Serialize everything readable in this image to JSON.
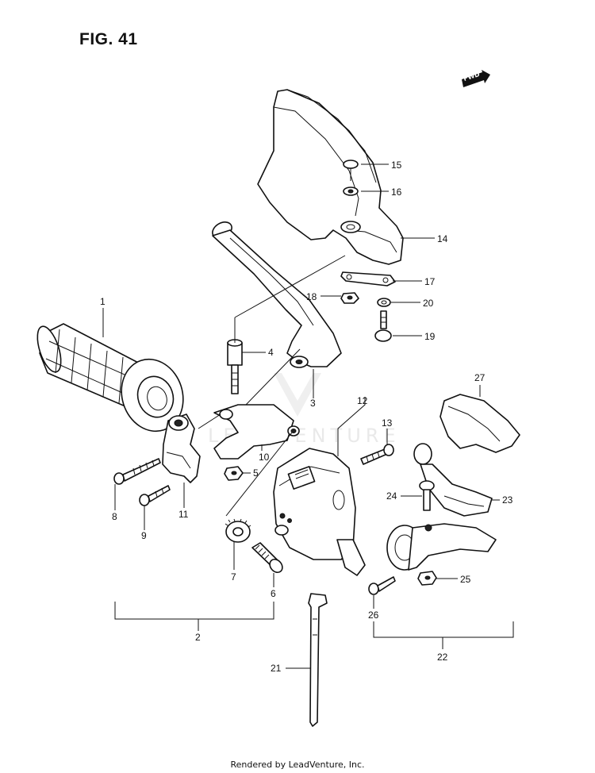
{
  "figure": {
    "title": "FIG. 41",
    "direction_badge": "FWD",
    "watermark": "LEADVENTURE",
    "credit": "Rendered by LeadVenture, Inc."
  },
  "callouts": [
    {
      "id": "1",
      "label": "1"
    },
    {
      "id": "2",
      "label": "2"
    },
    {
      "id": "3",
      "label": "3"
    },
    {
      "id": "4",
      "label": "4"
    },
    {
      "id": "5",
      "label": "5"
    },
    {
      "id": "6",
      "label": "6"
    },
    {
      "id": "7",
      "label": "7"
    },
    {
      "id": "8",
      "label": "8"
    },
    {
      "id": "9",
      "label": "9"
    },
    {
      "id": "10",
      "label": "10"
    },
    {
      "id": "11",
      "label": "11"
    },
    {
      "id": "12",
      "label": "12"
    },
    {
      "id": "13",
      "label": "13"
    },
    {
      "id": "14",
      "label": "14"
    },
    {
      "id": "15",
      "label": "15"
    },
    {
      "id": "16",
      "label": "16"
    },
    {
      "id": "17",
      "label": "17"
    },
    {
      "id": "18",
      "label": "18"
    },
    {
      "id": "19",
      "label": "19"
    },
    {
      "id": "20",
      "label": "20"
    },
    {
      "id": "21",
      "label": "21"
    },
    {
      "id": "22",
      "label": "22"
    },
    {
      "id": "23",
      "label": "23"
    },
    {
      "id": "24",
      "label": "24"
    },
    {
      "id": "25",
      "label": "25"
    },
    {
      "id": "26",
      "label": "26"
    },
    {
      "id": "27",
      "label": "27"
    }
  ]
}
